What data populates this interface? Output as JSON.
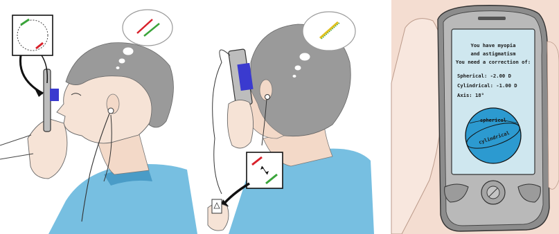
{
  "phone_screen": {
    "lines": [
      "You have myopia",
      "and astigmatism",
      "You need a correction of:"
    ],
    "spherical": "Spherical: -2.00 D",
    "cylindrical": "Cylindrical: -1.00 D",
    "axis": "Axis: 18°",
    "lens_labels": {
      "spherical": "spherical",
      "cylindrical": "cylindrical"
    }
  },
  "colors": {
    "shirt": "#5fb4dc",
    "hair": "#9a9a9a",
    "skin": "#f3d9c8",
    "lens_fill": "#2c9ad0",
    "screen_bg": "#cfe7ef",
    "red_line": "#d8202a",
    "green_line": "#3aa43a",
    "device_blue": "#3a3acf",
    "yellow_line": "#e0c020"
  }
}
